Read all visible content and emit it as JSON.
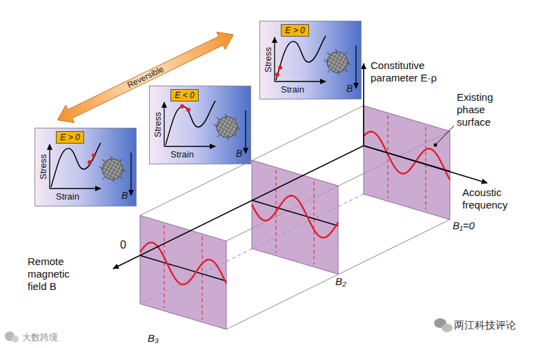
{
  "diagram": {
    "nodes": [
      {
        "text": [
          "Stress",
          "Strain",
          "B"
        ]
      },
      {
        "text": [
          "E > 0"
        ],
        "in": 0
      },
      {
        "text": [
          "Stress",
          "Strain",
          "B"
        ]
      },
      {
        "text": [
          "E < 0"
        ],
        "in": 2
      },
      {
        "text": [
          "Stress",
          "Strain",
          "B"
        ]
      },
      {
        "text": [
          "E > 0"
        ],
        "in": 4
      }
    ],
    "edges": [
      {
        "from": 0,
        "to": 4,
        "arrow": "both",
        "label": "Reversible"
      }
    ],
    "labels": [
      "Constitutive parameter E·ρ",
      "Existing phase surface",
      "Acoustic frequency",
      "B₁=0",
      "B₂",
      "B₃",
      "0",
      "Remote magnetic field B",
      "大数跨境",
      "两江科技评论"
    ]
  }
}
